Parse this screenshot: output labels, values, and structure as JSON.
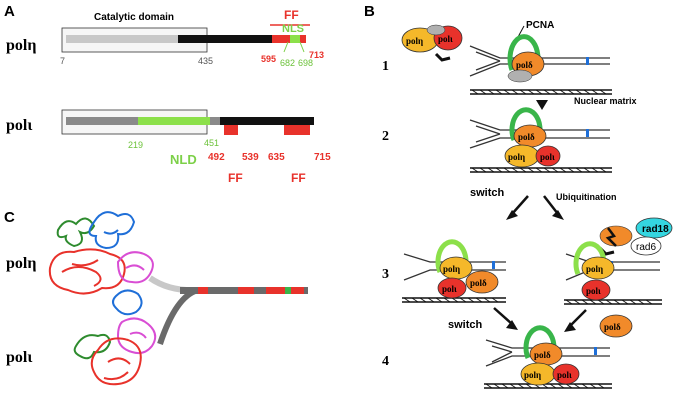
{
  "panels": {
    "a": "A",
    "b": "B",
    "c": "C"
  },
  "panel_a": {
    "catalytic_domain": "Catalytic domain",
    "poleta_label": "polη",
    "poliota_label": "polι",
    "ff": "FF",
    "nls": "NLS",
    "nld": "NLD",
    "eta_positions": {
      "start": "7",
      "catalytic_end": "435",
      "ff_start": "595",
      "nls_start": "682",
      "nls_end": "698",
      "end": "713"
    },
    "iota_positions": {
      "nld_start": "219",
      "nld_end": "451",
      "ff1_start": "492",
      "ff1_end": "539",
      "ff2_start": "635",
      "ff2_end": "715"
    }
  },
  "panel_b": {
    "pcna": "PCNA",
    "nuclear_matrix": "Nuclear matrix",
    "switch": "switch",
    "ubiquitination": "Ubiquitination",
    "rad18": "rad18",
    "rad6": "rad6",
    "steps": [
      "1",
      "2",
      "3",
      "4"
    ],
    "pol_eta": "polη",
    "pol_iota": "polι",
    "pol_delta": "polδ"
  },
  "panel_c": {
    "poleta_label": "polη",
    "poliota_label": "polι"
  },
  "colors": {
    "red": "#e8322b",
    "green": "#39b54a",
    "light_green": "#8ce04a",
    "orange": "#f18a2a",
    "yellow": "#f5b82a",
    "blue": "#1f6fd8",
    "magenta": "#d94ed4",
    "cyan": "#34d6e0",
    "grey": "#6a6a6a"
  }
}
